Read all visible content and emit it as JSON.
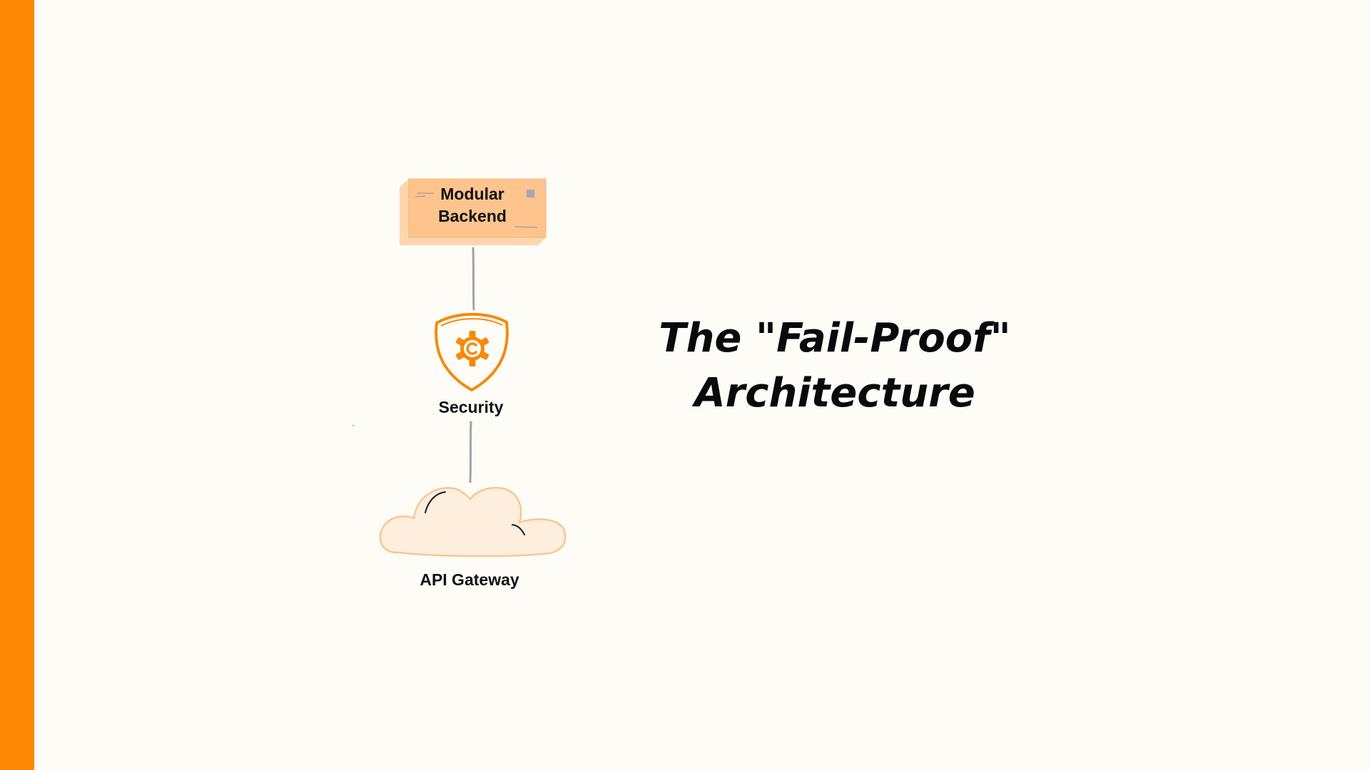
{
  "slide": {
    "accent_color": "#ff8805",
    "background_color": "#fefcf7",
    "title_line_1": "The \"Fail-Proof\"",
    "title_line_2": "Architecture"
  },
  "diagram": {
    "nodes": [
      {
        "id": "backend",
        "label_line_1": "Modular",
        "label_line_2": "Backend",
        "icon": "server-block-icon"
      },
      {
        "id": "security",
        "label": "Security",
        "icon": "shield-gear-icon"
      },
      {
        "id": "gateway",
        "label": "API Gateway",
        "icon": "cloud-icon"
      }
    ],
    "edges": [
      {
        "from": "backend",
        "to": "security"
      },
      {
        "from": "security",
        "to": "gateway"
      }
    ]
  }
}
